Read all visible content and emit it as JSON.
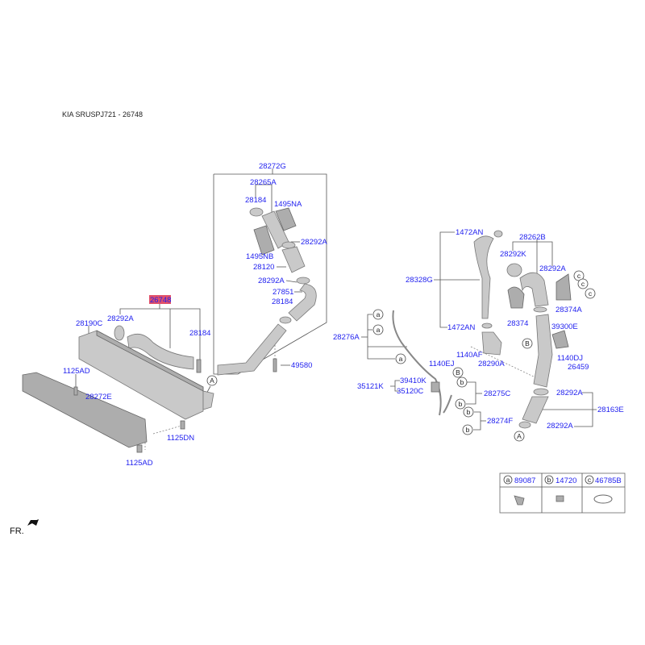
{
  "title": "KIA SRUSPJ721 - 26748",
  "direction_label": "FR.",
  "labels": {
    "l28272G": "28272G",
    "l28265A": "28265A",
    "l28184a": "28184",
    "l1495NA": "1495NA",
    "l28292Aa": "28292A",
    "l1495NB": "1495NB",
    "l28120": "28120",
    "l28292Ab": "28292A",
    "l27851": "27851",
    "l28184b": "28184",
    "l49580": "49580",
    "l26748": "26748",
    "l28292Ac": "28292A",
    "l28190C": "28190C",
    "l28184c": "28184",
    "l1125ADa": "1125AD",
    "l28272E": "28272E",
    "l1125DN": "1125DN",
    "l1125ADb": "1125AD",
    "l1472ANa": "1472AN",
    "l28262B": "28262B",
    "l28292K": "28292K",
    "l28292Ad": "28292A",
    "l28328G": "28328G",
    "l28374A": "28374A",
    "l28374": "28374",
    "l39300E": "39300E",
    "l1472ANb": "1472AN",
    "l28276A": "28276A",
    "l1140AF": "1140AF",
    "l1140DJ": "1140DJ",
    "l28290A": "28290A",
    "l1140EJ": "1140EJ",
    "l26459": "26459",
    "l39410K": "39410K",
    "l35121K": "35121K",
    "l35120C": "35120C",
    "l28275C": "28275C",
    "l28292Ae": "28292A",
    "l28163E": "28163E",
    "l28274F": "28274F",
    "l28292Af": "28292A"
  },
  "callouts": {
    "A": "A",
    "B": "B",
    "a": "a",
    "b": "b",
    "c": "c"
  },
  "legend": [
    {
      "key": "a",
      "part": "89087"
    },
    {
      "key": "b",
      "part": "14720"
    },
    {
      "key": "c",
      "part": "46785B"
    }
  ],
  "colors": {
    "label": "#1f1fef",
    "highlight": "#e0506a"
  }
}
